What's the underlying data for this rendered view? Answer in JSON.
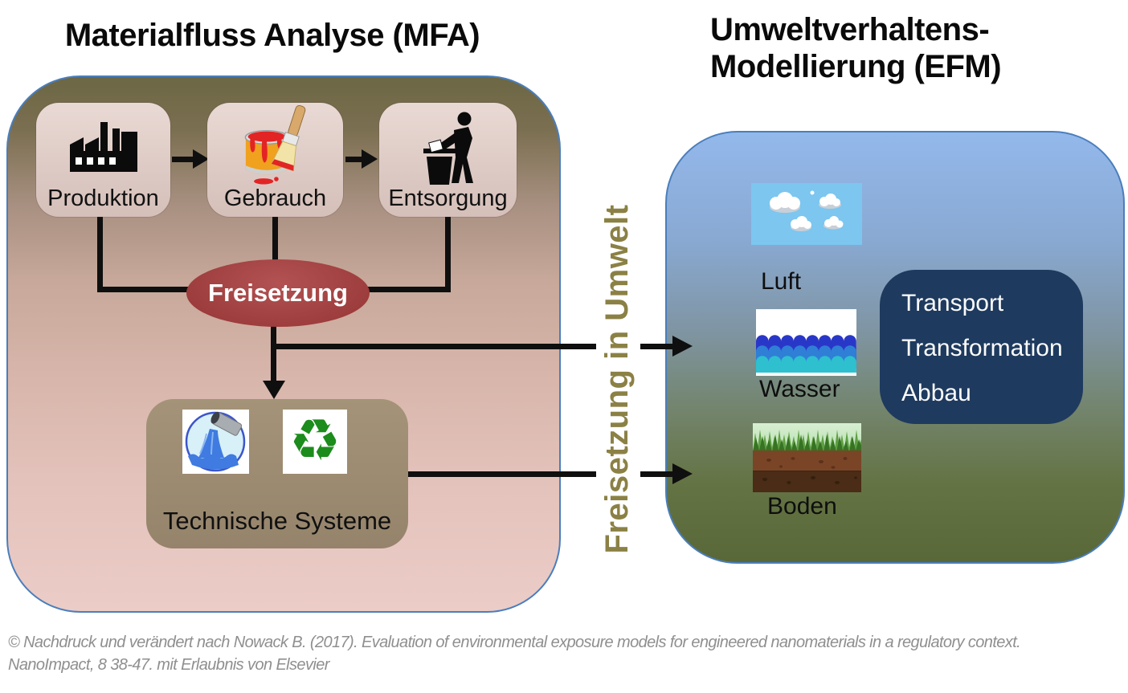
{
  "left_panel": {
    "title": "Materialfluss Analyse (MFA)",
    "stages": [
      {
        "label": "Produktion",
        "icon": "factory"
      },
      {
        "label": "Gebrauch",
        "icon": "paint-can-brush"
      },
      {
        "label": "Entsorgung",
        "icon": "litter-disposal"
      }
    ],
    "release_node": {
      "label": "Freisetzung"
    },
    "technical_box": {
      "label": "Technische Systeme",
      "icons": [
        "wastewater-pipe",
        "recycling"
      ]
    }
  },
  "connector": {
    "vertical_label": "Freisetzung in Umwelt"
  },
  "right_panel": {
    "title_line1": "Umweltverhaltens-",
    "title_line2": "Modellierung (EFM)",
    "compartments": [
      {
        "label": "Luft",
        "icon": "clouds"
      },
      {
        "label": "Wasser",
        "icon": "waves"
      },
      {
        "label": "Boden",
        "icon": "soil"
      }
    ],
    "process_box": {
      "items": [
        {
          "label": "Transport"
        },
        {
          "label": "Transformation"
        },
        {
          "label": "Abbau"
        }
      ]
    }
  },
  "caption": {
    "line1": "© Nachdruck und verändert nach Nowack B. (2017). Evaluation of environmental exposure models for engineered nanomaterials in a regulatory context.",
    "line2": "NanoImpact, 8 38-47. mit Erlaubnis von Elsevier"
  },
  "icons": {
    "recycling_glyph": "♻"
  },
  "colors": {
    "panel_border": "#4a7ebc",
    "release_ellipse": "#9c3b3b",
    "process_box_bg": "#1e3a5e",
    "technical_box_bg": "#9d8c73",
    "stage_box_bg": "#decac4",
    "vertical_label": "#8b8145",
    "caption_text": "#8f8f8f"
  }
}
